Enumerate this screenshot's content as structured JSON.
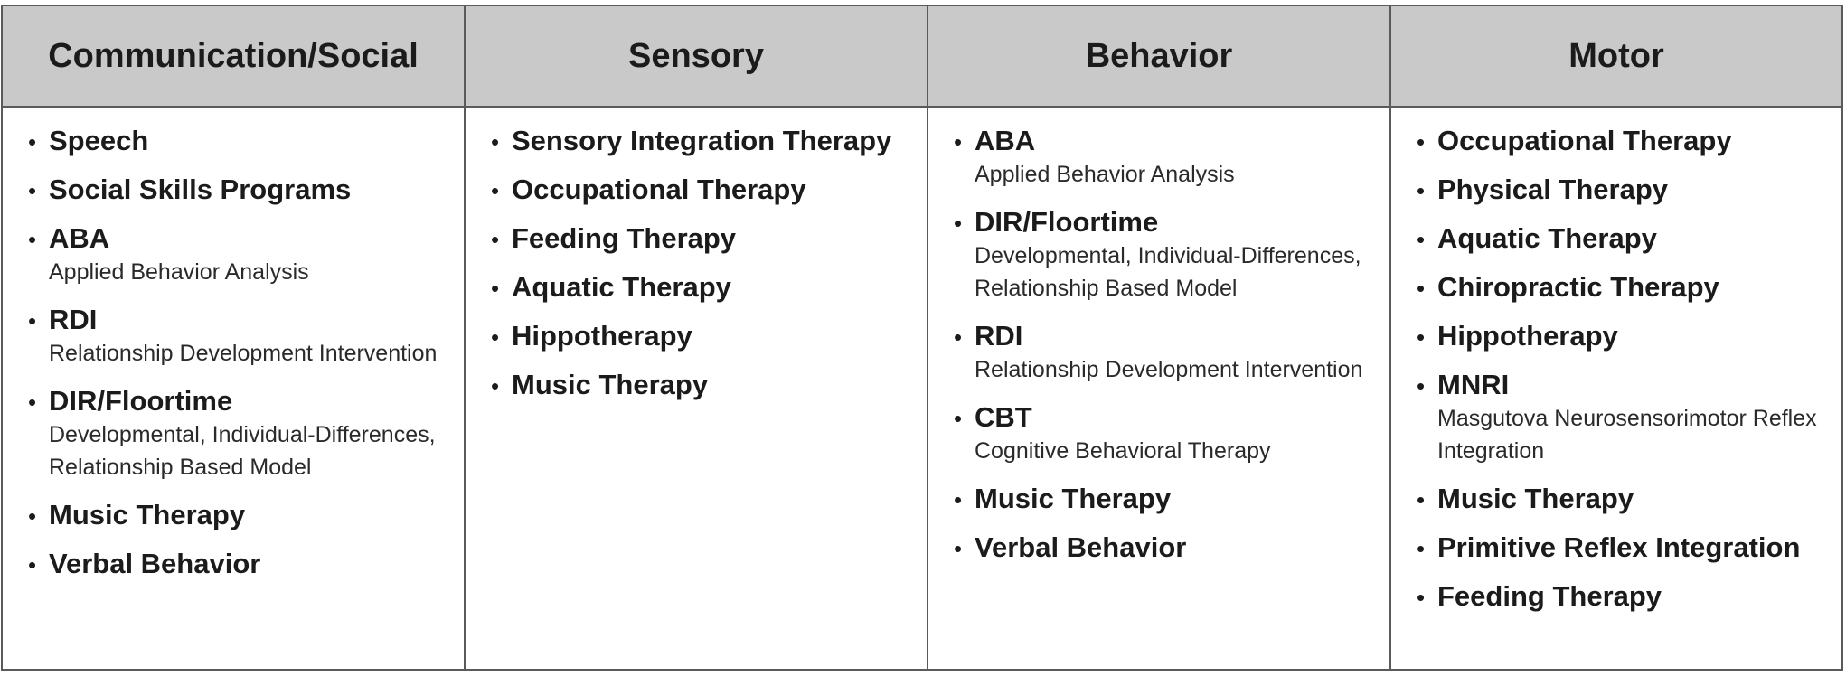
{
  "columns": [
    {
      "header": "Communication/Social",
      "items": [
        {
          "title": "Speech",
          "sub": ""
        },
        {
          "title": "Social Skills Programs",
          "sub": ""
        },
        {
          "title": "ABA",
          "sub": "Applied Behavior Analysis"
        },
        {
          "title": "RDI",
          "sub": "Relationship Development Intervention"
        },
        {
          "title": "DIR/Floortime",
          "sub": "Developmental, Individual-Differences, Relationship Based Model"
        },
        {
          "title": "Music Therapy",
          "sub": ""
        },
        {
          "title": "Verbal Behavior",
          "sub": ""
        }
      ]
    },
    {
      "header": "Sensory",
      "items": [
        {
          "title": "Sensory Integration Therapy",
          "sub": ""
        },
        {
          "title": "Occupational Therapy",
          "sub": ""
        },
        {
          "title": "Feeding Therapy",
          "sub": ""
        },
        {
          "title": "Aquatic Therapy",
          "sub": ""
        },
        {
          "title": "Hippotherapy",
          "sub": ""
        },
        {
          "title": "Music Therapy",
          "sub": ""
        }
      ]
    },
    {
      "header": "Behavior",
      "items": [
        {
          "title": "ABA",
          "sub": "Applied Behavior Analysis"
        },
        {
          "title": "DIR/Floortime",
          "sub": "Developmental, Individual-Differences, Relationship Based Model"
        },
        {
          "title": "RDI",
          "sub": "Relationship Development Intervention"
        },
        {
          "title": "CBT",
          "sub": "Cognitive Behavioral Therapy"
        },
        {
          "title": "Music Therapy",
          "sub": ""
        },
        {
          "title": "Verbal Behavior",
          "sub": ""
        }
      ]
    },
    {
      "header": "Motor",
      "items": [
        {
          "title": "Occupational Therapy",
          "sub": ""
        },
        {
          "title": "Physical Therapy",
          "sub": ""
        },
        {
          "title": "Aquatic Therapy",
          "sub": ""
        },
        {
          "title": "Chiropractic Therapy",
          "sub": ""
        },
        {
          "title": "Hippotherapy",
          "sub": ""
        },
        {
          "title": "MNRI",
          "sub": "Masgutova Neurosensorimotor Reflex Integration"
        },
        {
          "title": "Music Therapy",
          "sub": ""
        },
        {
          "title": "Primitive Reflex Integration",
          "sub": ""
        },
        {
          "title": "Feeding Therapy",
          "sub": ""
        }
      ]
    }
  ]
}
